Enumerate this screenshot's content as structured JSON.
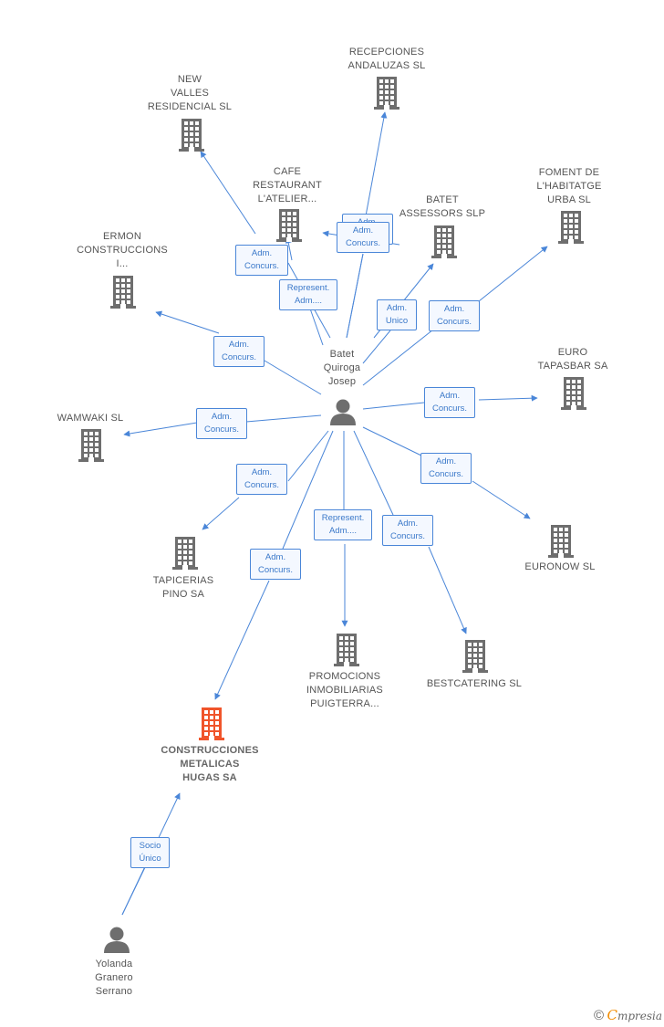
{
  "colors": {
    "edge": "#4a86d8",
    "company_icon": "#6e6e6e",
    "highlight_icon": "#f0542a",
    "person_icon": "#6e6e6e",
    "label": "#555555"
  },
  "companies": [
    {
      "id": "recepciones",
      "label": "RECEPCIONES\nANDALUZAS SL",
      "icon": "building-icon"
    },
    {
      "id": "new-valles",
      "label": "NEW\nVALLES\nRESIDENCIAL SL",
      "icon": "building-icon"
    },
    {
      "id": "cafe",
      "label": "CAFE\nRESTAURANT\nL'ATELIER...",
      "icon": "building-icon"
    },
    {
      "id": "batet-assessors",
      "label": "BATET\nASSESSORS SLP",
      "icon": "building-icon"
    },
    {
      "id": "foment",
      "label": "FOMENT DE\nL'HABITATGE\nURBA SL",
      "icon": "building-icon"
    },
    {
      "id": "ermon",
      "label": "ERMON\nCONSTRUCCIONS\nI...",
      "icon": "building-icon"
    },
    {
      "id": "euro-tapasbar",
      "label": "EURO\nTAPASBAR SA",
      "icon": "building-icon"
    },
    {
      "id": "wamwaki",
      "label": "WAMWAKI SL",
      "icon": "building-icon"
    },
    {
      "id": "euronow",
      "label": "EURONOW SL",
      "icon": "building-icon"
    },
    {
      "id": "tapicerias",
      "label": "TAPICERIAS\nPINO SA",
      "icon": "building-icon"
    },
    {
      "id": "promocions",
      "label": "PROMOCIONS\nINMOBILIARIAS\nPUIGTERRA...",
      "icon": "building-icon"
    },
    {
      "id": "bestcatering",
      "label": "BESTCATERING SL",
      "icon": "building-icon"
    },
    {
      "id": "construcciones",
      "label": "CONSTRUCCIONES\nMETALICAS\nHUGAS SA",
      "icon": "building-icon",
      "highlight": true
    }
  ],
  "persons": [
    {
      "id": "batet",
      "label": "Batet\nQuiroga\nJosep",
      "icon": "person-icon"
    },
    {
      "id": "yolanda",
      "label": "Yolanda\nGranero\nSerrano",
      "icon": "person-icon"
    }
  ],
  "edges": [
    {
      "from": "batet",
      "to": "new-valles",
      "role": "Adm.\nConcurs."
    },
    {
      "from": "batet",
      "to": "recepciones",
      "role": "Adm.\nConcurs."
    },
    {
      "from": "batet",
      "to": "cafe",
      "role": "Adm.\nConcurs."
    },
    {
      "from": "batet",
      "to": "cafe",
      "role": "Represent.\nAdm...."
    },
    {
      "from": "batet",
      "to": "batet-assessors",
      "role": "Adm.\nUnico"
    },
    {
      "from": "batet",
      "to": "foment",
      "role": "Adm.\nConcurs."
    },
    {
      "from": "batet",
      "to": "ermon",
      "role": "Adm.\nConcurs."
    },
    {
      "from": "batet",
      "to": "euro-tapasbar",
      "role": "Adm.\nConcurs."
    },
    {
      "from": "batet",
      "to": "wamwaki",
      "role": "Adm.\nConcurs."
    },
    {
      "from": "batet",
      "to": "euronow",
      "role": "Adm.\nConcurs."
    },
    {
      "from": "batet",
      "to": "tapicerias",
      "role": "Adm.\nConcurs."
    },
    {
      "from": "batet",
      "to": "promocions",
      "role": "Represent.\nAdm...."
    },
    {
      "from": "batet",
      "to": "bestcatering",
      "role": "Adm.\nConcurs."
    },
    {
      "from": "batet",
      "to": "construcciones",
      "role": "Adm.\nConcurs."
    },
    {
      "from": "yolanda",
      "to": "construcciones",
      "role": "Socio\nÚnico"
    }
  ],
  "footer": {
    "copyright": "©",
    "brand_first": "C",
    "brand_rest": "mpresia"
  }
}
